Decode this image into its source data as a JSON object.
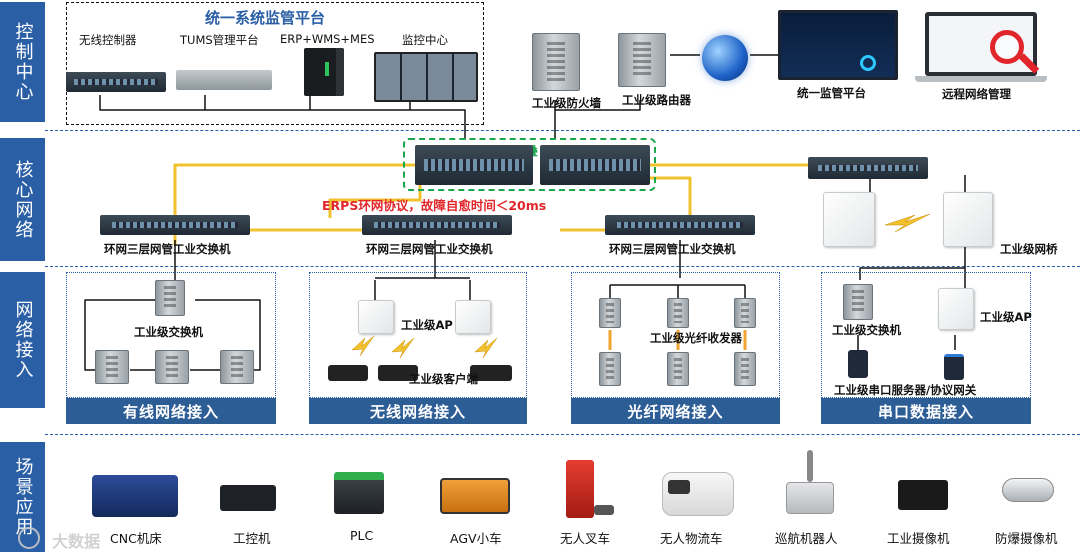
{
  "layers": {
    "control": "控制中心",
    "core": "核心网络",
    "access": "网络接入",
    "scene": "场景应用"
  },
  "control_center": {
    "title": "统一系统监管平台",
    "items": [
      "无线控制器",
      "TUMS管理平台",
      "ERP+WMS+MES",
      "监控中心"
    ],
    "firewall": "工业级防火墙",
    "router": "工业级路由器",
    "platform": "统一监管平台",
    "remote": "远程网络管理"
  },
  "core_network": {
    "stack": "堆叠",
    "erps": "ERPS环网协议，故障自愈时间＜20ms",
    "ring_switch": "环网三层网管工业交换机",
    "bridge": "工业级网桥"
  },
  "access": {
    "wired_switch": "工业级交换机",
    "wireless_ap": "工业级AP",
    "client": "工业级客户端",
    "fiber": "工业级光纤收发器",
    "serial_switch": "工业级交换机",
    "serial_ap": "工业级AP",
    "serial_server": "工业级串口服务器/协议网关",
    "bars": [
      "有线网络接入",
      "无线网络接入",
      "光纤网络接入",
      "串口数据接入"
    ]
  },
  "scenes": [
    "CNC机床",
    "工控机",
    "PLC",
    "AGV小车",
    "无人叉车",
    "无人物流车",
    "巡航机器人",
    "工业摄像机",
    "防爆摄像机"
  ],
  "watermark": "大数据",
  "colors": {
    "brand": "#2a5fa6",
    "ring": "#f2c12e",
    "accent_red": "#e0262b",
    "accent_green": "#1aa64b"
  }
}
